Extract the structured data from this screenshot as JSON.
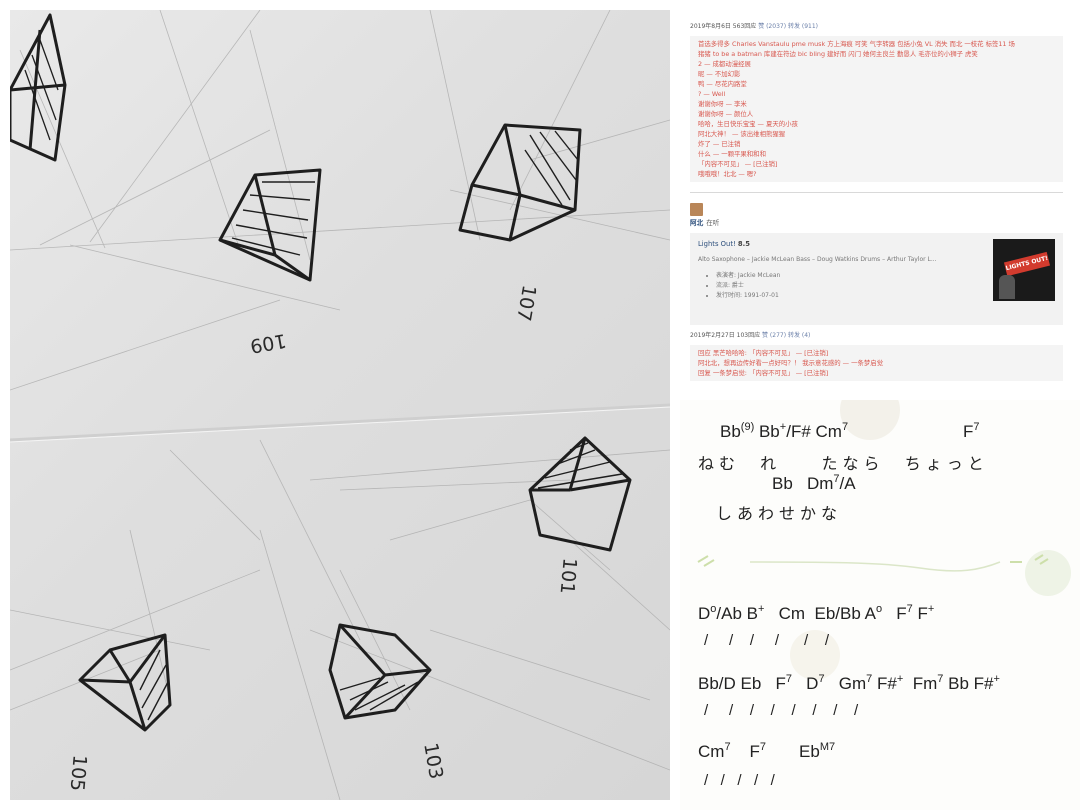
{
  "photo": {
    "numbers": [
      "109",
      "107",
      "101",
      "105",
      "103"
    ]
  },
  "comments": {
    "meta1": {
      "date": "2019年8月6日 563回应",
      "like": "赞 (2037)",
      "repost": "转发 (911)"
    },
    "rows1": [
      {
        "text": "首选多得多 Charles Vanstaulu pme musk 方上海痕 可笑 气字转器 包括小兔 VL 消失 而北 一枝花 标签11 场"
      },
      {
        "text": "猪猪 to be a batman 库建在符边 bic bling 建好而 闪门 她何主良兰 勤恳人 毛亦位的小狮子 虎笑"
      },
      {
        "text": "2 — 成都动漫经展"
      },
      {
        "text": "昵 — 不加幻影"
      },
      {
        "text": "鸭 — 尽花内路堂"
      },
      {
        "text": "? — Well"
      },
      {
        "text": "谢谢你呀 — 李米"
      },
      {
        "text": "谢谢你呀 — 颜位人"
      },
      {
        "text": "哈哈，生日快乐宝宝 — 夏天的小孩"
      },
      {
        "text": "阿北大神！ — 该出维相熊猩猩"
      },
      {
        "text": "炸了 — 已注销"
      },
      {
        "text": "什么 — 一颗平果和和和"
      },
      {
        "text": "「内容不可见」 — [已注销]"
      },
      {
        "text": "哦哦哦！北北 — 嗯?"
      }
    ],
    "user": {
      "name": "阿北",
      "action": "在听"
    },
    "album": {
      "title": "Lights Out!",
      "rating": "8.5",
      "personnel": "Alto Saxophone – Jackie McLean Bass – Doug Watkins Drums – Arthur Taylor L...",
      "details": [
        "表演者: Jackie McLean",
        "流派: 爵士",
        "发行时间: 1991-07-01"
      ],
      "cover_text": "LIGHTS OUT!"
    },
    "meta2": {
      "date": "2019年2月27日 103回应",
      "like": "赞 (277)",
      "repost": "转发 (4)"
    },
    "rows2": [
      {
        "text": "回应 黑芒哈哈哈: 「内容不可见」 — [已注销]"
      },
      {
        "text": "阿北北，想再边传好看一点好吗？！ 我示意花感的 — 一条梦启觉"
      },
      {
        "text": "回复 一条梦启觉: 「内容不可见」 — [已注销]"
      }
    ]
  },
  "lyrics": {
    "c1": "Bb(9) Bb+/F# Cm7",
    "c1b": "F7",
    "j1": "ねむ  れ    たなら  ちょっと",
    "c2": "Bb   Dm7/A",
    "j2": "しあわせかな",
    "c3": "Dº/Ab B+   Cm  Eb/Bb Aº   F7 F+",
    "s3": "/     /    /     /      /    /",
    "c4": "Bb/D Eb   F7   D7   Gm7 F#+  Fm7 Bb F#+",
    "s4": "/     /    /    /    /    /    /    /",
    "c5": "Cm7    F7       EbM7",
    "s5": "/   /   /   /   /"
  }
}
